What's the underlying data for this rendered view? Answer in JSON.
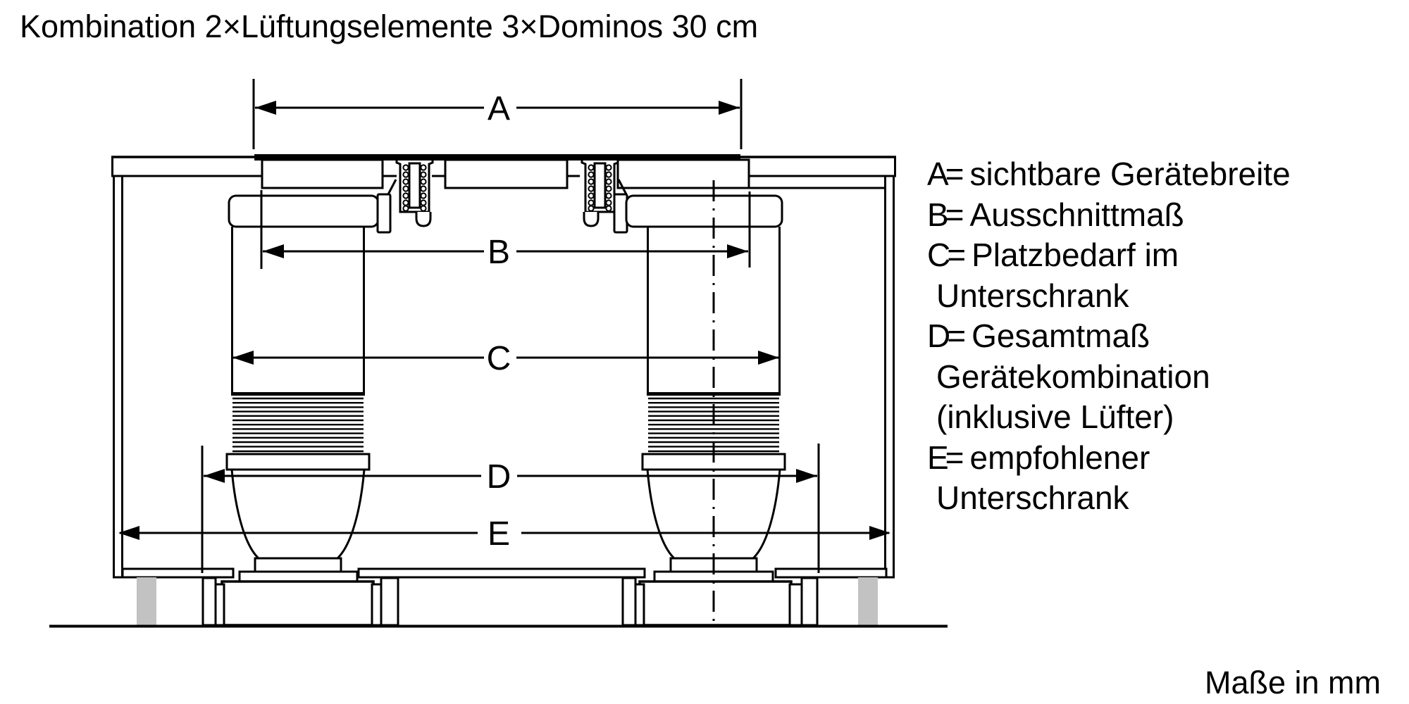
{
  "title": "Kombination 2×Lüftungselemente 3×Dominos 30 cm",
  "units_note": "Maße in mm",
  "diagram": {
    "dim_labels": {
      "a": "A",
      "b": "B",
      "c": "C",
      "d": "D",
      "e": "E"
    },
    "line_color": "#000000",
    "foot_color": "#c2c2c2"
  },
  "legend": {
    "rows": [
      {
        "k": "A=",
        "t": "sichtbare Gerätebreite"
      },
      {
        "k": "B=",
        "t": "Ausschnittmaß"
      },
      {
        "k": "C=",
        "t": "Platzbedarf im"
      },
      {
        "k": "",
        "t": "Unterschrank"
      },
      {
        "k": "D=",
        "t": "Gesamtmaß"
      },
      {
        "k": "",
        "t": "Gerätekombination"
      },
      {
        "k": "",
        "t": "(inklusive Lüfter)"
      },
      {
        "k": "E=",
        "t": "empfohlener"
      },
      {
        "k": "",
        "t": "Unterschrank"
      }
    ]
  }
}
